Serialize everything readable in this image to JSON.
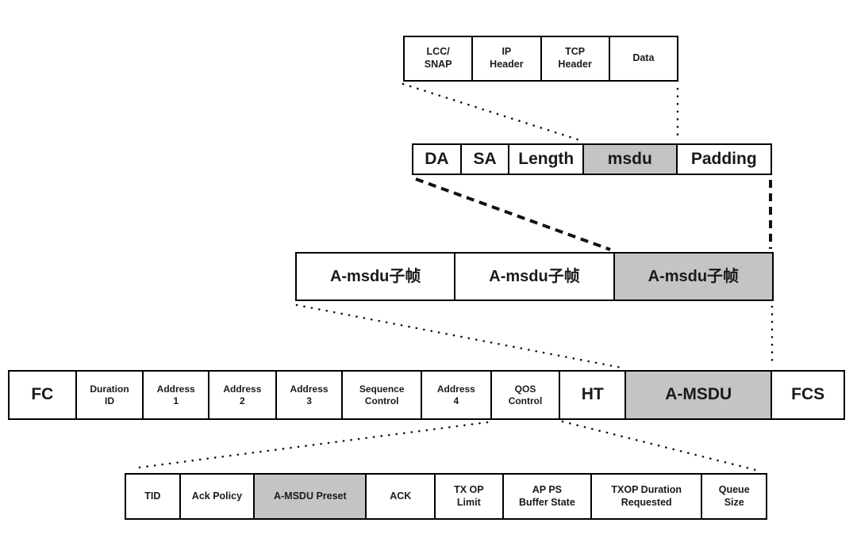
{
  "diagram": {
    "rows": {
      "packet": {
        "cells": [
          {
            "label": "LCC/\nSNAP"
          },
          {
            "label": "IP\nHeader"
          },
          {
            "label": "TCP\nHeader"
          },
          {
            "label": "Data"
          }
        ]
      },
      "msdu_subframe": {
        "cells": [
          {
            "label": "DA"
          },
          {
            "label": "SA"
          },
          {
            "label": "Length"
          },
          {
            "label": "msdu",
            "shaded": true
          },
          {
            "label": "Padding"
          }
        ]
      },
      "amsdu_aggregate": {
        "cells": [
          {
            "label": "A-msdu子帧"
          },
          {
            "label": "A-msdu子帧"
          },
          {
            "label": "A-msdu子帧",
            "shaded": true
          }
        ]
      },
      "mac_frame": {
        "cells": [
          {
            "label": "FC"
          },
          {
            "label": "Duration\nID"
          },
          {
            "label": "Address\n1"
          },
          {
            "label": "Address\n2"
          },
          {
            "label": "Address\n3"
          },
          {
            "label": "Sequence\nControl"
          },
          {
            "label": "Address\n4"
          },
          {
            "label": "QOS\nControl"
          },
          {
            "label": "HT"
          },
          {
            "label": "A-MSDU",
            "shaded": true
          },
          {
            "label": "FCS"
          }
        ]
      },
      "qos_control_field": {
        "cells": [
          {
            "label": "TID"
          },
          {
            "label": "Ack Policy"
          },
          {
            "label": "A-MSDU Preset",
            "shaded": true
          },
          {
            "label": "ACK"
          },
          {
            "label": "TX OP\nLimit"
          },
          {
            "label": "AP PS\nBuffer State"
          },
          {
            "label": "TXOP Duration\nRequested"
          },
          {
            "label": "Queue\nSize"
          }
        ]
      }
    },
    "colors": {
      "shaded_cell": "#c4c4c4",
      "cell_background": "#ffffff",
      "border": "#000000",
      "page_background": "#ffffff",
      "connector": "#111111"
    }
  }
}
